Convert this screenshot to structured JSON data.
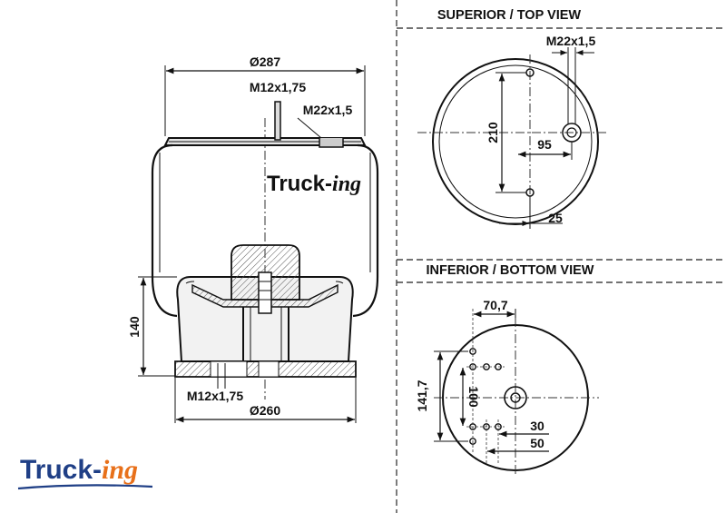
{
  "views": {
    "top_title": "SUPERIOR / TOP VIEW",
    "bottom_title": "INFERIOR / BOTTOM VIEW"
  },
  "side_view": {
    "top_diameter": "Ø287",
    "top_bolt": "M12x1,75",
    "top_air_fitting": "M22x1,5",
    "height": "140",
    "bottom_bolt": "M12x1,75",
    "bottom_diameter": "Ø260",
    "watermark_brand": "Truck-",
    "watermark_suffix": "ing"
  },
  "top_view": {
    "air_fitting": "M22x1,5",
    "bolt_spacing": "210",
    "fitting_offset": "95",
    "edge_offset": "25"
  },
  "bottom_view": {
    "horizontal_offset": "70,7",
    "vertical_span": "141,7",
    "hole_spacing": "100",
    "offset_30": "30",
    "offset_50": "50"
  },
  "logo": {
    "brand": "Truck-",
    "suffix": "ing",
    "colors": {
      "brand": "#1f3f86",
      "suffix": "#e8701a"
    }
  }
}
